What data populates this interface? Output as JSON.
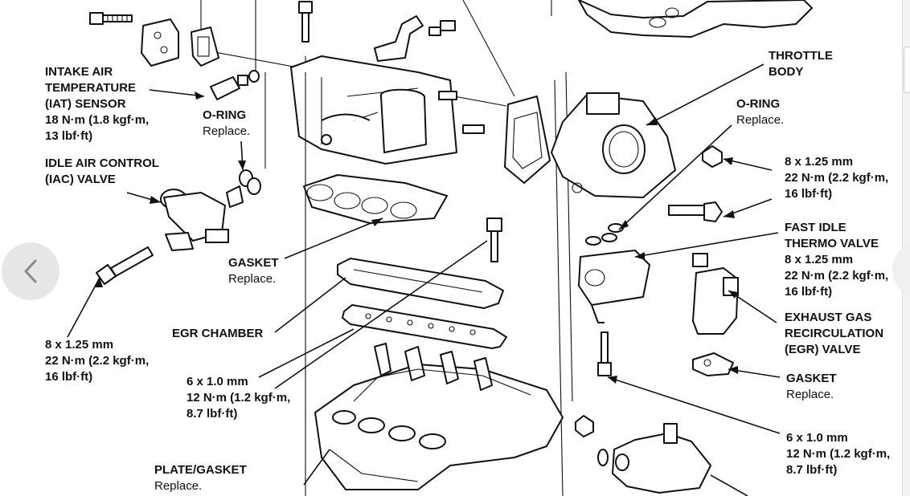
{
  "labels": {
    "iat_sensor": [
      "INTAKE AIR",
      "TEMPERATURE",
      "(IAT) SENSOR",
      "18 N·m (1.8 kgf·m,",
      "13 lbf·ft)"
    ],
    "o_ring_left": [
      "O-RING",
      "Replace."
    ],
    "iac_valve": [
      "IDLE AIR CONTROL",
      "(IAC) VALVE"
    ],
    "gasket_mid": [
      "GASKET",
      "Replace."
    ],
    "bolt_left": [
      "8 x 1.25 mm",
      "22 N·m (2.2 kgf·m,",
      "16 lbf·ft)"
    ],
    "egr_chamber": [
      "EGR CHAMBER"
    ],
    "bolt_mid": [
      "6 x 1.0 mm",
      "12 N·m (1.2 kgf·m,",
      "8.7 lbf·ft)"
    ],
    "plate_gasket": [
      "PLATE/GASKET",
      "Replace."
    ],
    "throttle_body": [
      "THROTTLE",
      "BODY"
    ],
    "o_ring_right": [
      "O-RING",
      "Replace."
    ],
    "bolt_right_top": [
      "8 x 1.25 mm",
      "22 N·m (2.2 kgf·m,",
      "16 lbf·ft)"
    ],
    "fast_idle": [
      "FAST IDLE",
      "THERMO VALVE",
      "8 x 1.25 mm",
      "22 N·m (2.2 kgf·m,",
      "16 lbf·ft)"
    ],
    "egr_valve": [
      "EXHAUST GAS",
      "RECIRCULATION",
      "(EGR) VALVE"
    ],
    "gasket_right": [
      "GASKET",
      "Replace."
    ],
    "bolt_right_bottom": [
      "6 x 1.0 mm",
      "12 N·m (1.2 kgf·m,",
      "8.7 lbf·ft)"
    ]
  },
  "nav": {
    "prev_icon": "chevron-left-icon"
  },
  "colors": {
    "ink": "#111111",
    "nav_bg": "#e6e6e6",
    "chevron": "#8a8a8a"
  }
}
